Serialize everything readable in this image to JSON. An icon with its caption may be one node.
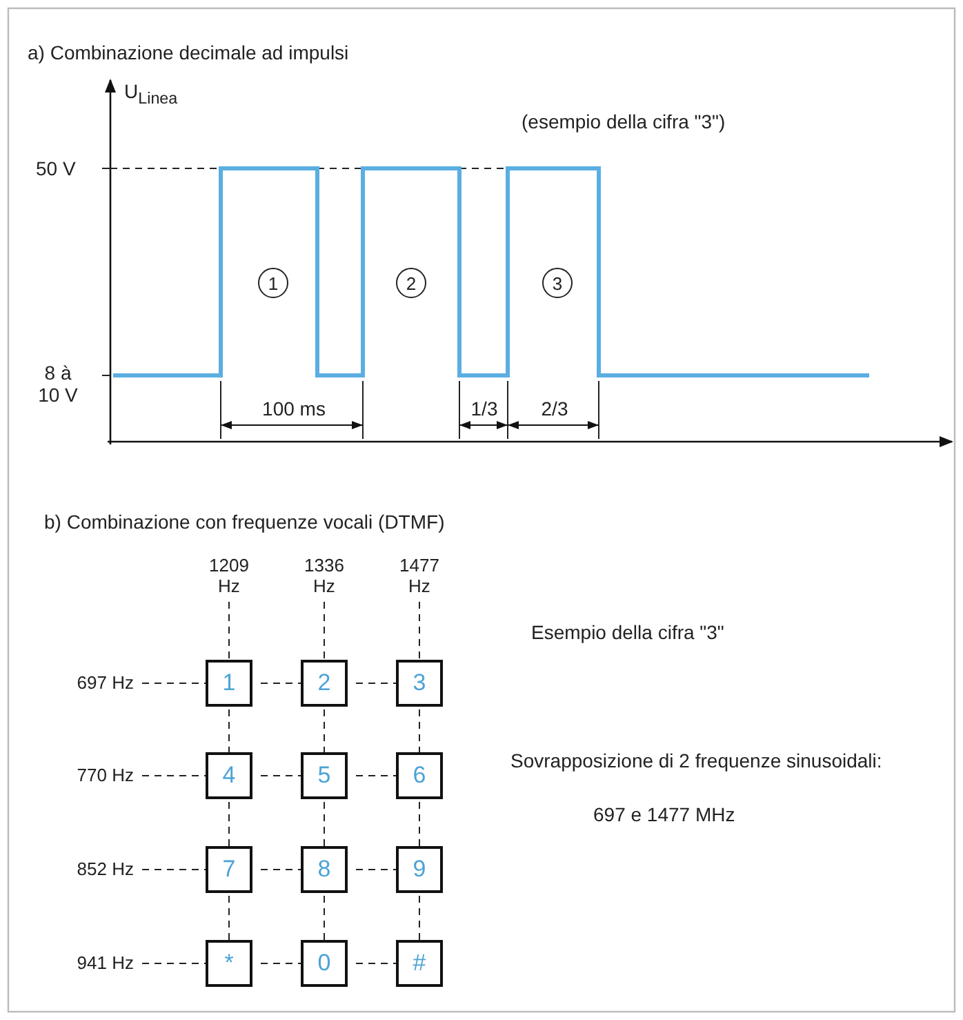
{
  "diagram": {
    "nodes": [
      {
        "text": [
          "1"
        ]
      },
      {
        "text": [
          "2"
        ]
      },
      {
        "text": [
          "3"
        ]
      },
      {
        "text": [
          "1209 Hz"
        ]
      },
      {
        "text": [
          "1336 Hz"
        ]
      },
      {
        "text": [
          "1477 Hz"
        ]
      },
      {
        "text": [
          "697 Hz"
        ]
      },
      {
        "text": [
          "1"
        ]
      },
      {
        "text": [
          "2"
        ]
      },
      {
        "text": [
          "3"
        ]
      },
      {
        "text": [
          "770 Hz"
        ]
      },
      {
        "text": [
          "4"
        ]
      },
      {
        "text": [
          "5"
        ]
      },
      {
        "text": [
          "6"
        ]
      },
      {
        "text": [
          "852 Hz"
        ]
      },
      {
        "text": [
          "7"
        ]
      },
      {
        "text": [
          "8"
        ]
      },
      {
        "text": [
          "9"
        ]
      },
      {
        "text": [
          "941 Hz"
        ]
      },
      {
        "text": [
          "*"
        ]
      },
      {
        "text": [
          "0"
        ]
      },
      {
        "text": [
          "#"
        ]
      }
    ],
    "edges": [
      {
        "from": 3,
        "to": 7,
        "arrow": "none",
        "style": "dashed"
      },
      {
        "from": 4,
        "to": 8,
        "arrow": "none",
        "style": "dashed"
      },
      {
        "from": 5,
        "to": 9,
        "arrow": "none",
        "style": "dashed"
      },
      {
        "from": 6,
        "to": 7,
        "arrow": "none",
        "style": "dashed"
      },
      {
        "from": 7,
        "to": 8,
        "arrow": "none",
        "style": "dashed"
      },
      {
        "from": 8,
        "to": 9,
        "arrow": "none",
        "style": "dashed"
      },
      {
        "from": 7,
        "to": 11,
        "arrow": "none",
        "style": "dashed"
      },
      {
        "from": 8,
        "to": 12,
        "arrow": "none",
        "style": "dashed"
      },
      {
        "from": 9,
        "to": 13,
        "arrow": "none",
        "style": "dashed"
      },
      {
        "from": 10,
        "to": 11,
        "arrow": "none",
        "style": "dashed"
      },
      {
        "from": 11,
        "to": 12,
        "arrow": "none",
        "style": "dashed"
      },
      {
        "from": 12,
        "to": 13,
        "arrow": "none",
        "style": "dashed"
      },
      {
        "from": 11,
        "to": 15,
        "arrow": "none",
        "style": "dashed"
      },
      {
        "from": 12,
        "to": 16,
        "arrow": "none",
        "style": "dashed"
      },
      {
        "from": 13,
        "to": 17,
        "arrow": "none",
        "style": "dashed"
      },
      {
        "from": 14,
        "to": 15,
        "arrow": "none",
        "style": "dashed"
      },
      {
        "from": 15,
        "to": 16,
        "arrow": "none",
        "style": "dashed"
      },
      {
        "from": 16,
        "to": 17,
        "arrow": "none",
        "style": "dashed"
      },
      {
        "from": 15,
        "to": 19,
        "arrow": "none",
        "style": "dashed"
      },
      {
        "from": 16,
        "to": 20,
        "arrow": "none",
        "style": "dashed"
      },
      {
        "from": 17,
        "to": 21,
        "arrow": "none",
        "style": "dashed"
      },
      {
        "from": 18,
        "to": 19,
        "arrow": "none",
        "style": "dashed"
      },
      {
        "from": 19,
        "to": 20,
        "arrow": "none",
        "style": "dashed"
      },
      {
        "from": 20,
        "to": 21,
        "arrow": "none",
        "style": "dashed"
      }
    ],
    "labels": [
      "a) Combinazione decimale ad impulsi",
      "U$_{Linea}$",
      "(esempio della cifra  \"3\")",
      "50 V",
      "8 à 10 V",
      "100 ms",
      "1/3",
      "2/3",
      "b) Combinazione con frequenze vocali (DTMF)",
      "Esempio della cifra \"3\"",
      "Sovrapposizione di 2 frequenze sinusoidali:",
      "697 e 1477 MHz"
    ]
  }
}
